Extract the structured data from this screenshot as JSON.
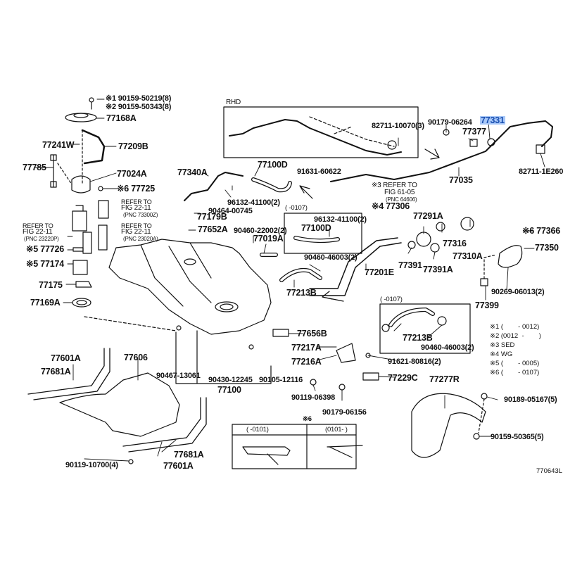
{
  "diagram": {
    "figure_id": "770643L",
    "highlight_color": "#a8c8f8",
    "highlighted_part": "77331",
    "rhd_box_label": "RHD",
    "variant_box_label": "※6",
    "variant_cols": [
      "(    -0101)",
      "(0101-    )"
    ],
    "inset_period_1": "(     -0107)",
    "inset_period_2": "(     -0107)",
    "labels": {
      "b1": "※1 90159-50219(8)",
      "b2": "※2 90159-50343(8)",
      "p77168A": "77168A",
      "p77241W": "77241W",
      "p77209B": "77209B",
      "p77785": "77785",
      "p77024A": "77024A",
      "p77725": "※6 77725",
      "ref1a": "REFER TO",
      "ref1b": "FIG 22-11",
      "ref1c": "(PNC 73300Z)",
      "ref2a": "REFER TO",
      "ref2b": "FIG 22-11",
      "ref2c": "(PNC 23220P)",
      "ref3a": "REFER TO",
      "ref3b": "FIG 22-11",
      "ref3c": "(PNC 23020A)",
      "p77726": "※5 77726",
      "p77174": "※5 77174",
      "p77175": "77175",
      "p77169A": "77169A",
      "p77340A": "77340A",
      "p77100D_top": "77100D",
      "p96132a": "96132-41100(2)",
      "p90464": "90464-00745",
      "p77179B": "77179B",
      "p77652A": "77652A",
      "p90460a": "90460-22002(2)",
      "p77019A": "77019A",
      "p96132b": "96132-41100(2)",
      "p77100D_inset": "77100D",
      "p90460b": "90460-46003(2)",
      "p77213B": "77213B",
      "p77201E": "77201E",
      "p91631": "91631-60622",
      "ref4a": "※3 REFER TO",
      "ref4b": "FIG 61-05",
      "ref4c": "(PNC 64606)",
      "p77306": "※4 77306",
      "p82711a": "82711-10070(3)",
      "p90179a": "90179-06264",
      "p77331": "77331",
      "p77377": "77377",
      "p77035": "77035",
      "p82711b": "82711-1E260",
      "p77291A": "77291A",
      "p77316": "77316",
      "p77310A": "77310A",
      "p77391": "77391",
      "p77391A": "77391A",
      "p77366": "※6 77366",
      "p77350": "77350",
      "p90269": "90269-06013(2)",
      "p77399": "77399",
      "p77213B_inset": "77213B",
      "p90460c": "90460-46003(2)",
      "p77656B": "77656B",
      "p77217A": "77217A",
      "p77216A": "77216A",
      "p91621": "91621-80816(2)",
      "p77229C": "77229C",
      "p90119a": "90119-06398",
      "p90179b": "90179-06156",
      "p90467": "90467-13061",
      "p90430": "90430-12245",
      "p90105": "90105-12116",
      "p77100": "77100",
      "p77601A_top": "77601A",
      "p77681A_top": "77681A",
      "p77606": "77606",
      "p77681A_bot": "77681A",
      "p77601A_bot": "77601A",
      "p90119b": "90119-10700(4)",
      "p77277R": "77277R",
      "p90189": "90189-05167(5)",
      "p90159": "90159-50365(5)"
    },
    "notes": [
      "※1 (        - 0012)",
      "※2 (0012  -        )",
      "※3 SED",
      "※4 WG",
      "※5 (        - 0005)",
      "※6 (        - 0107)"
    ]
  }
}
